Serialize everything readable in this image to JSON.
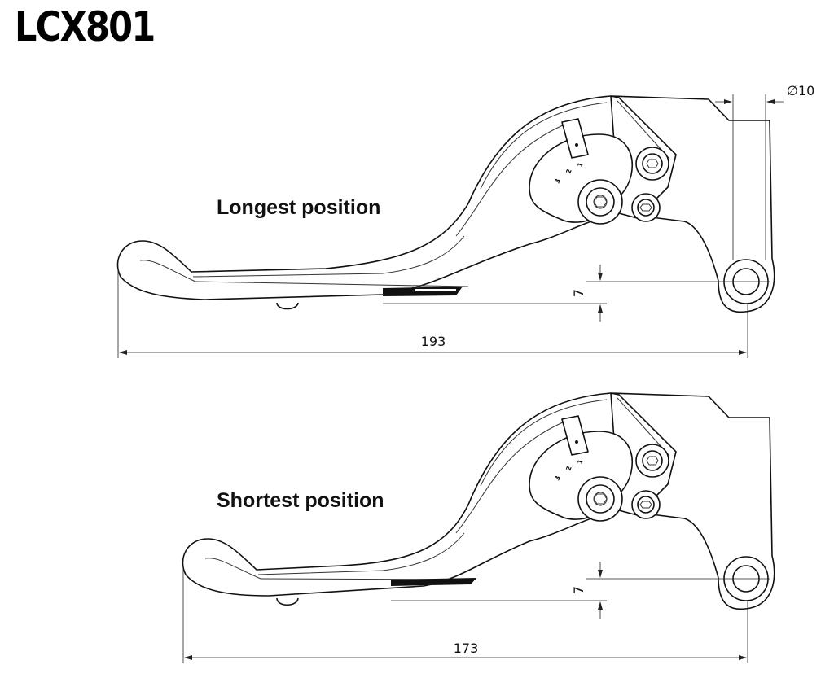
{
  "title": "LCX801",
  "views": [
    {
      "label": "Longest position",
      "length": "193",
      "offset": "7",
      "diameter": "∅10",
      "scale_marks": [
        "3",
        "2",
        "1"
      ]
    },
    {
      "label": "Shortest position",
      "length": "173",
      "offset": "7",
      "scale_marks": [
        "3",
        "2",
        "1"
      ]
    }
  ]
}
